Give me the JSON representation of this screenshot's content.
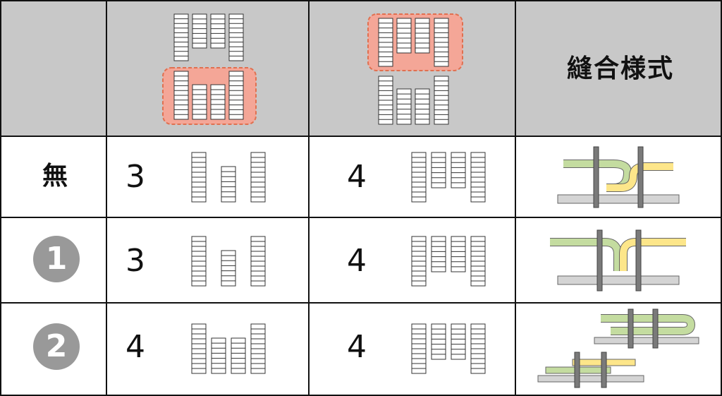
{
  "header": {
    "style_label": "縫合様式"
  },
  "rows": [
    {
      "marker": "無",
      "left_value": "3",
      "right_value": "4"
    },
    {
      "marker": "1",
      "left_value": "3",
      "right_value": "4"
    },
    {
      "marker": "2",
      "left_value": "4",
      "right_value": "4"
    }
  ],
  "colors": {
    "header_bg": "#c8c8c8",
    "highlight_fill": "#f4a697",
    "highlight_border": "#e07050",
    "green_strand": "#c4dca0",
    "yellow_strand": "#fde68a",
    "gray_bar": "#d4d4d4",
    "badge_gray": "#999999"
  }
}
